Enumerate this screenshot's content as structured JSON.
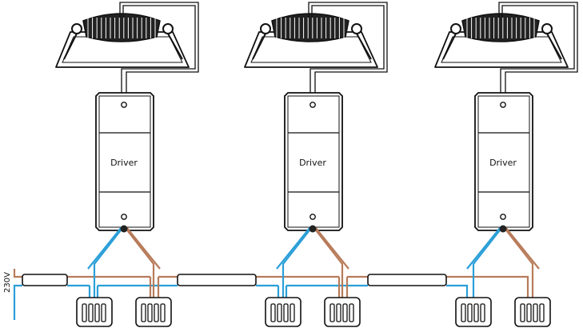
{
  "diagram": {
    "supply_label": "230V",
    "colors": {
      "outline": "#111111",
      "live_wire": "#b87b5a",
      "neutral_wire": "#2b9fd8"
    },
    "units": [
      {
        "driver_label": "Driver"
      },
      {
        "driver_label": "Driver"
      },
      {
        "driver_label": "Driver"
      }
    ]
  }
}
